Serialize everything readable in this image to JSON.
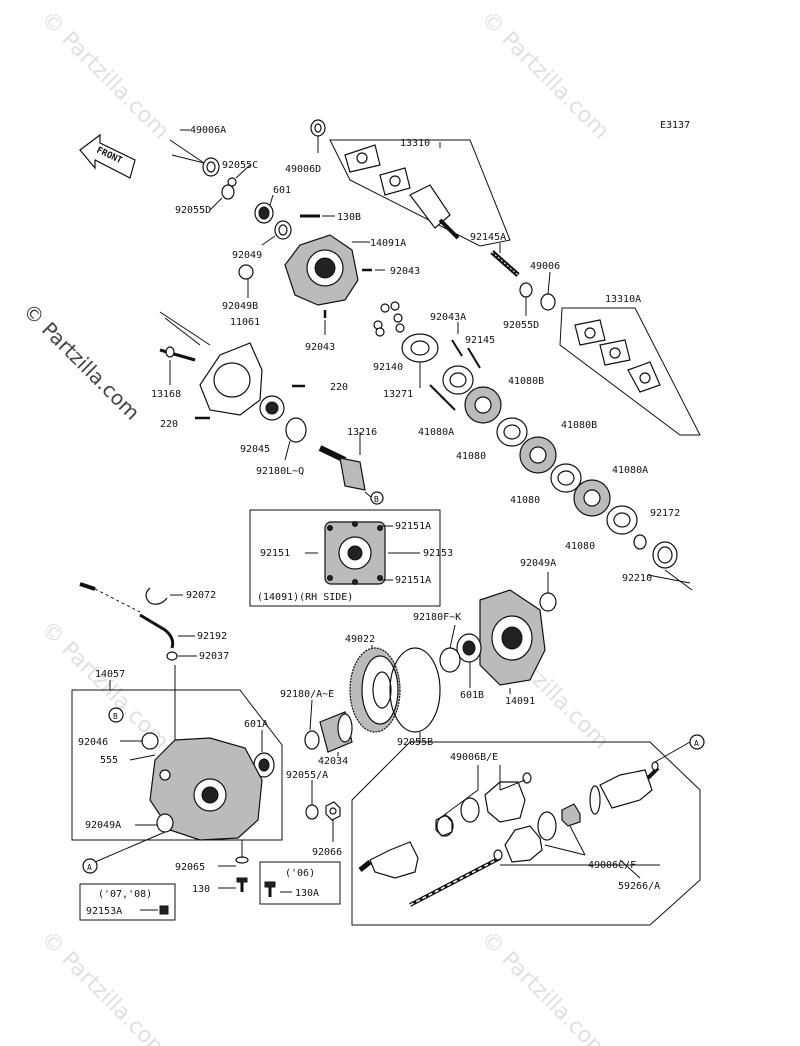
{
  "diagram_code": "E3137",
  "front_label": "FRONT",
  "side_watermark": "© Partzilla.com",
  "watermarks": [
    "© Partzilla.com",
    "© Partzilla.com",
    "© Partzilla.com",
    "© Partzilla.com",
    "© Partzilla.com",
    "© Partzilla.com"
  ],
  "callouts": {
    "A": "A",
    "B": "B"
  },
  "inset": {
    "title": "(14091)(RH SIDE)",
    "labels": [
      "92151A",
      "92151",
      "92153",
      "92151A"
    ]
  },
  "notes": {
    "y07_08": "('07,'08)",
    "y06": "('06)"
  },
  "parts": [
    "49006A",
    "92055C",
    "92055D",
    "601",
    "130B",
    "92049",
    "14091A",
    "92043",
    "92049B",
    "92043",
    "49006D",
    "13310",
    "92145A",
    "49006",
    "92055D",
    "13310A",
    "11061",
    "13168",
    "220",
    "220",
    "92045",
    "92180L~Q",
    "13216",
    "92043A",
    "92145",
    "92140",
    "13271",
    "41080B",
    "41080A",
    "41080",
    "41080B",
    "41080",
    "41080A",
    "41080",
    "92172",
    "92210",
    "92049A",
    "92180F~K",
    "14091",
    "601B",
    "92072",
    "92192",
    "92037",
    "49022",
    "14057",
    "92180/A~E",
    "92046",
    "601A",
    "555",
    "42034",
    "92055B",
    "92055/A",
    "92049A",
    "92066",
    "92065",
    "130",
    "130A",
    "92153A",
    "49006B/E",
    "49006C/F",
    "59266/A"
  ]
}
